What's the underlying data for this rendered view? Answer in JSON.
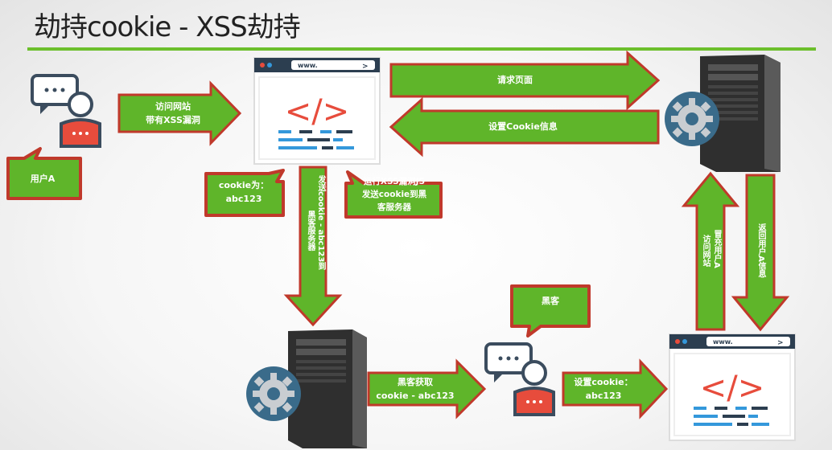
{
  "title": "劫持cookie - XSS劫持",
  "colors": {
    "accent_green": "#5fb52a",
    "border_red": "#c0392b",
    "rule_green": "#6cbf2c"
  },
  "user_a": {
    "bubble": "用户A"
  },
  "arrows": {
    "visit_line1": "访问网站",
    "visit_line2": "带有XSS漏洞",
    "request_page": "请求页面",
    "set_cookie": "设置Cookie信息",
    "send_cookie_line1": "发送cookie - abc123到",
    "send_cookie_line2": "黑客服务器",
    "hacker_obtain_line1": "黑客获取",
    "hacker_obtain_line2": "cookie - abc123",
    "hacker_set_line1": "设置cookie：",
    "hacker_set_line2": "abc123",
    "pose_line1": "冒充用户A",
    "pose_line2": "访问网站",
    "return_info": "返回用户A信息"
  },
  "bubbles": {
    "cookie_line1": "cookie为：",
    "cookie_line2": "abc123",
    "run_xss_line1": "运行XSS漏洞JS",
    "run_xss_line2": "发送cookie到黑",
    "run_xss_line3": "客服务器",
    "hacker": "黑客"
  },
  "browser": {
    "url": "www."
  },
  "icons": [
    "user-chat-icon",
    "browser-code-icon",
    "server-gear-icon",
    "hacker-chat-icon"
  ]
}
